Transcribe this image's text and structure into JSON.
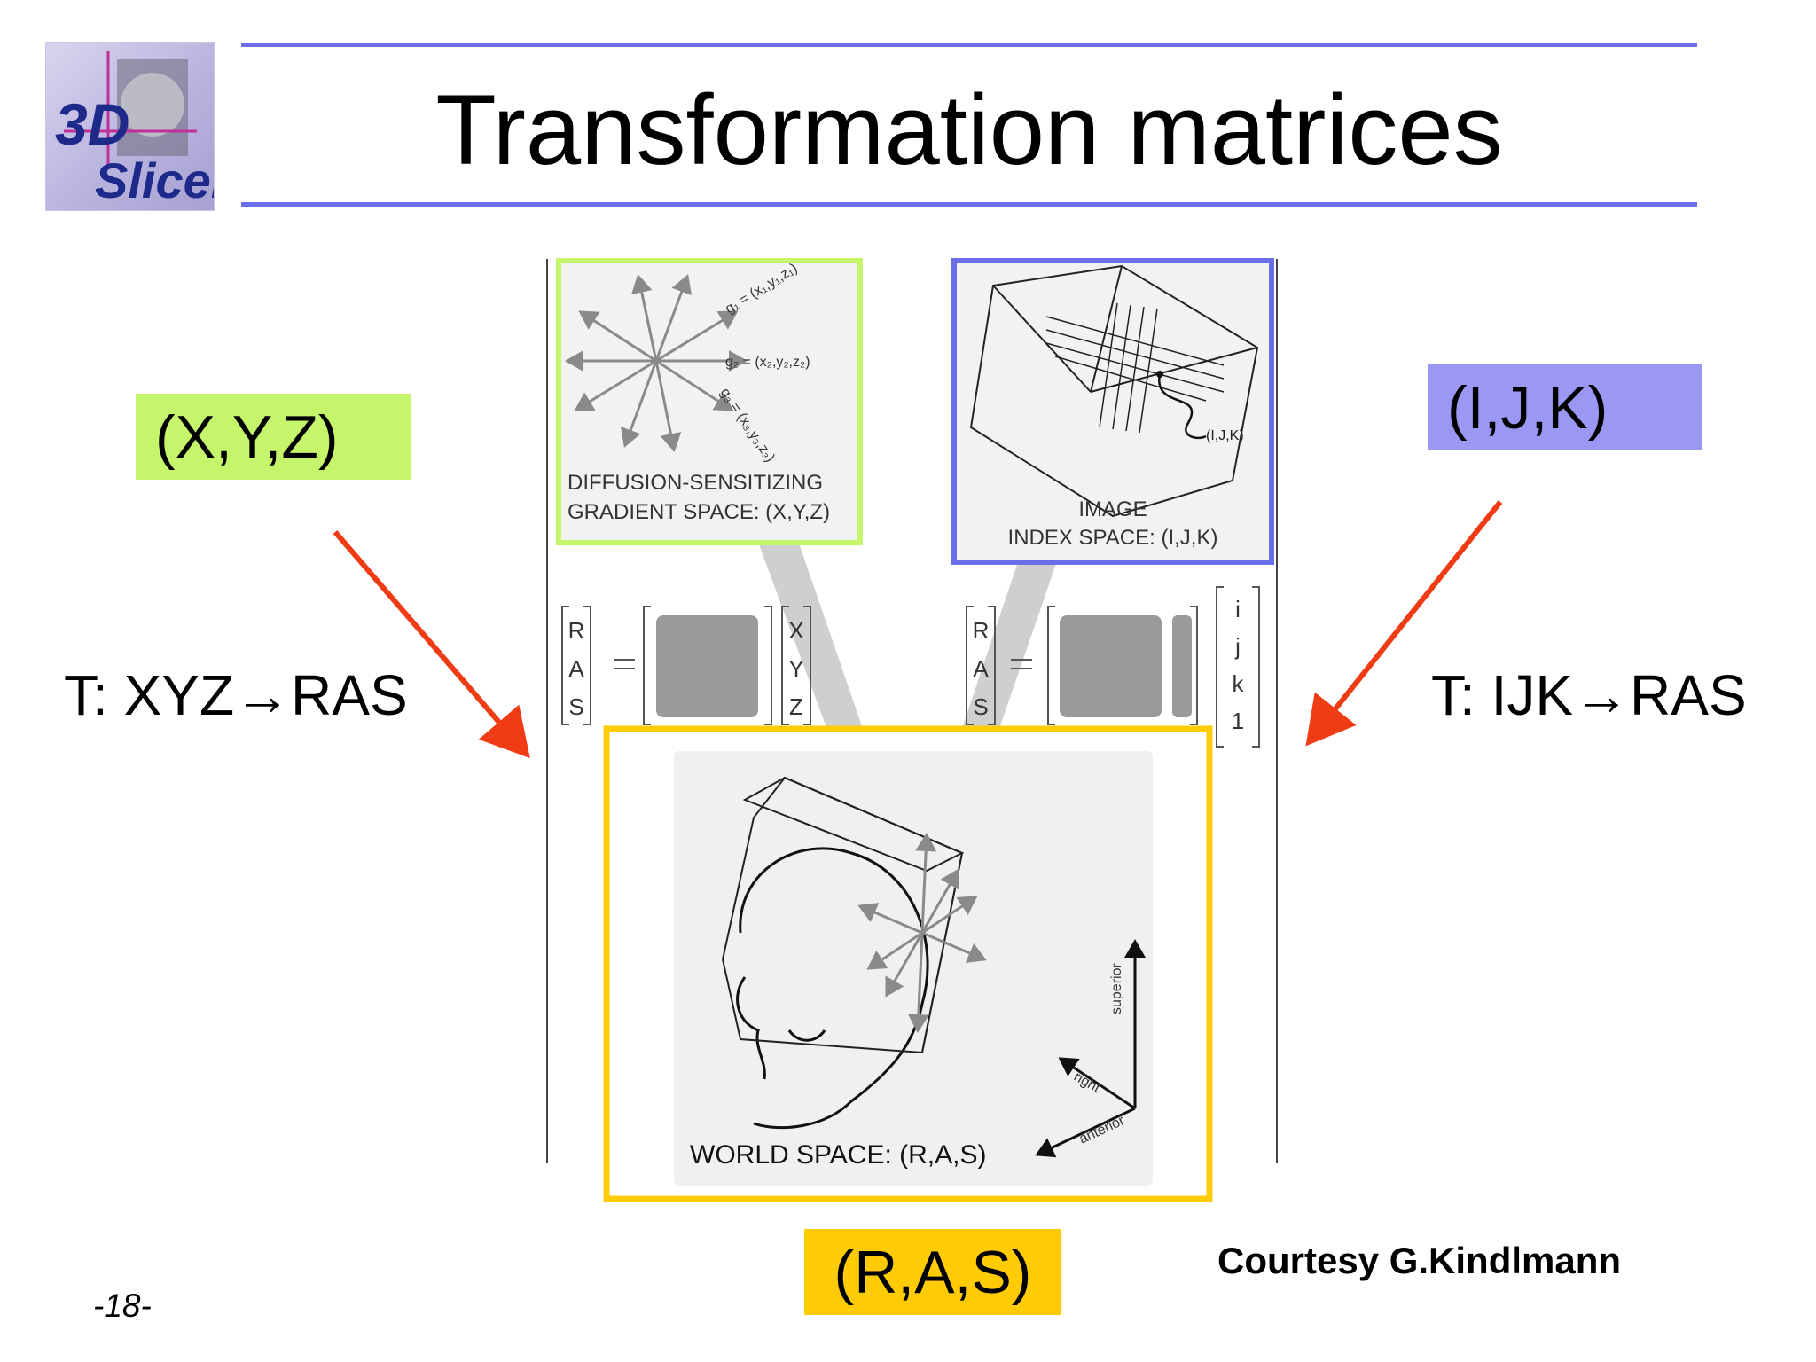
{
  "title": "Transformation matrices",
  "logo": {
    "line1": "3D",
    "line2": "Slicer"
  },
  "labels": {
    "xyz_box": "(X,Y,Z)",
    "ijk_box": "(I,J,K)",
    "ras_box": "(R,A,S)",
    "t_xyz": "T: XYZ→RAS",
    "t_ijk": "T: IJK→RAS"
  },
  "figure": {
    "gradient_caption_1": "DIFFUSION-SENSITIZING",
    "gradient_caption_2": "GRADIENT SPACE: (X,Y,Z)",
    "g1": "g₁ = (x₁,y₁,z₁)",
    "g2": "g₂ = (x₂,y₂,z₂)",
    "g3": "g₃ = (x₃,y₃,z₃)",
    "image_caption_1": "IMAGE",
    "image_caption_2": "INDEX SPACE: (I,J,K)",
    "ijk_point": "(I,J,K)",
    "world_caption": "WORLD SPACE: (R,A,S)",
    "axis_superior": "superior",
    "axis_right": "right",
    "axis_anterior": "anterior",
    "ras_vector": [
      "R",
      "A",
      "S"
    ],
    "xyz_vector": [
      "X",
      "Y",
      "Z"
    ],
    "ijk_vector": [
      "i",
      "j",
      "k",
      "1"
    ]
  },
  "courtesy": "Courtesy G.Kindlmann",
  "page_number": "-18-",
  "colors": {
    "rule": "#6a6ee8",
    "xyz_green": "#c5f56a",
    "ijk_purple": "#9b98f4",
    "ras_yellow": "#ffcb05",
    "arrow_red": "#f03c14"
  }
}
